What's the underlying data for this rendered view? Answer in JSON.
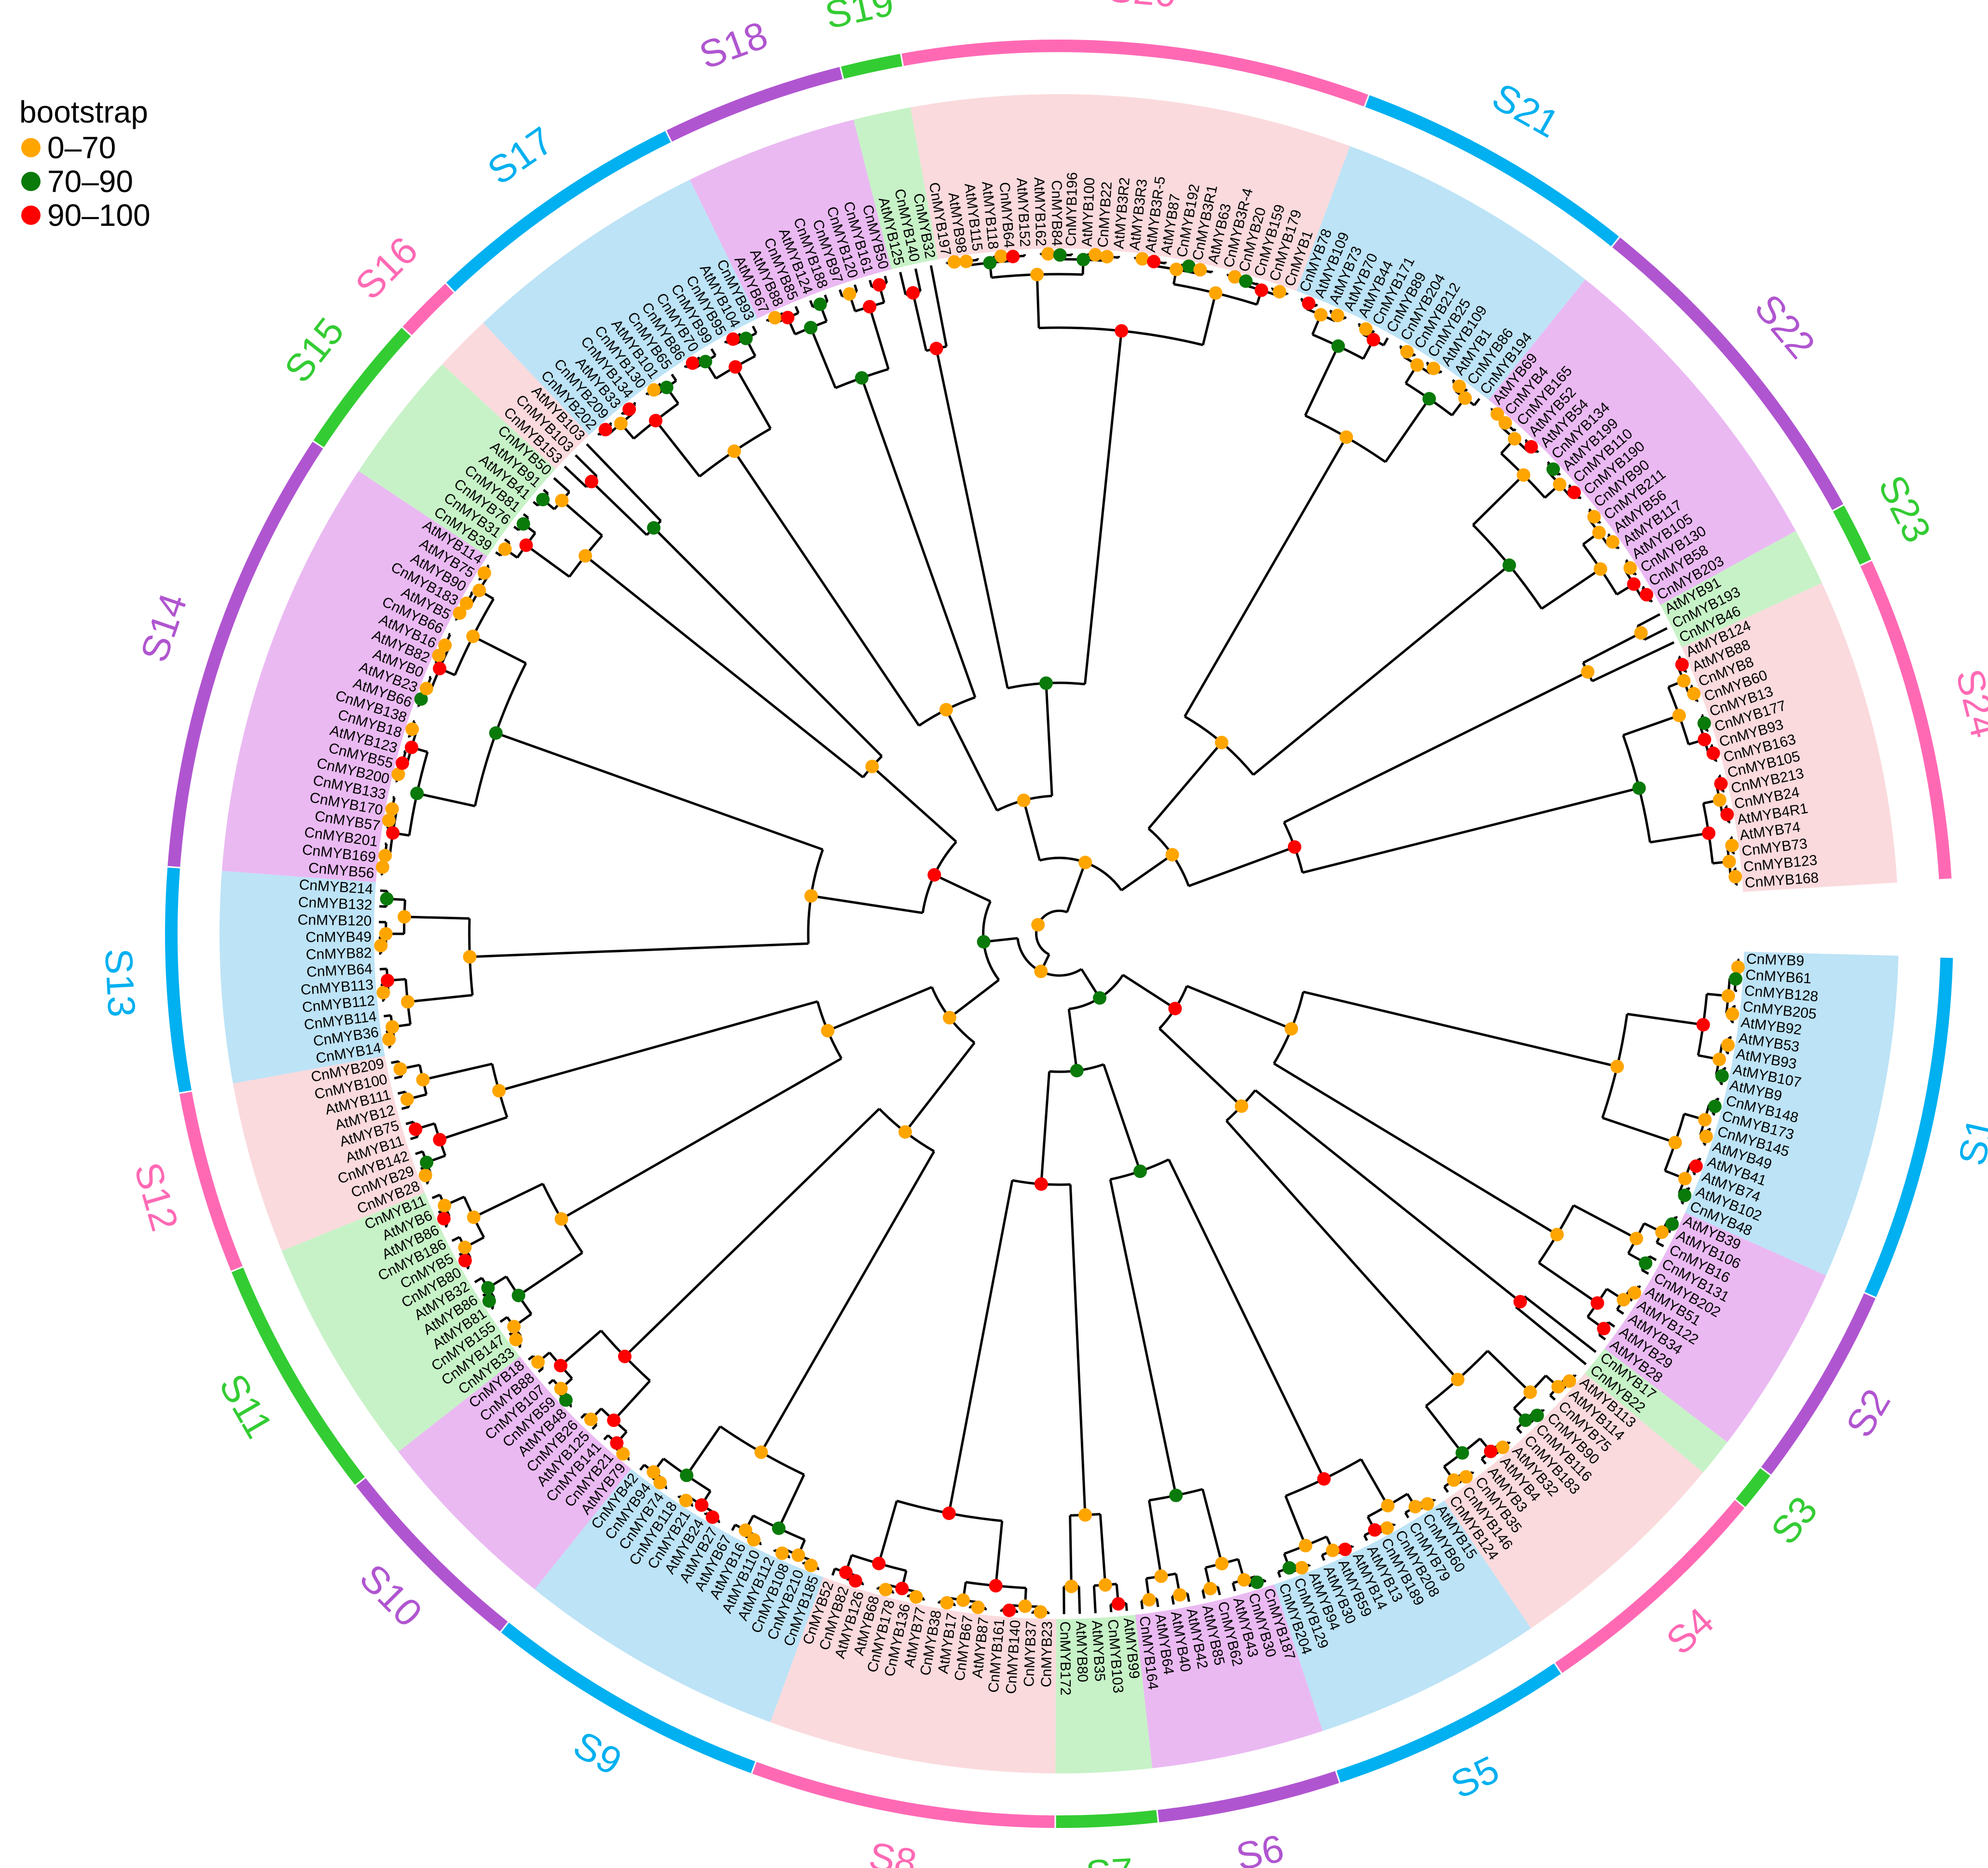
{
  "legend": {
    "title": "bootstrap",
    "items": [
      {
        "label": "0–70",
        "color": "#ffa500"
      },
      {
        "label": "70–90",
        "color": "#0a7a0a"
      },
      {
        "label": "90–100",
        "color": "#ff0000"
      }
    ]
  },
  "palette": {
    "S_blue": "#00b0f0",
    "S_pink": "#ff69b4",
    "S_green": "#33cc33",
    "S_purple": "#b055d0",
    "bg_blue": "#bde3f6",
    "bg_pink": "#fadadd",
    "bg_green": "#c7f2c7",
    "bg_purple": "#eab9f2",
    "branch": "#000000"
  },
  "subfamilies": [
    {
      "label": "S1",
      "color": "blue",
      "genes": [
        "CnMYB9",
        "CnMYB61",
        "CnMYB128",
        "CnMYB205",
        "AtMYB92",
        "AtMYB53",
        "AtMYB93",
        "AtMYB107",
        "AtMYB9",
        "CnMYB148",
        "CnMYB173",
        "CnMYB145",
        "AtMYB49",
        "AtMYB41",
        "AtMYB74",
        "AtMYB102",
        "CnMYB48"
      ]
    },
    {
      "label": "S2",
      "color": "purple",
      "genes": [
        "AtMYB39",
        "AtMYB106",
        "CnMYB16",
        "CnMYB131",
        "CnMYB202",
        "AtMYB51",
        "AtMYB122",
        "AtMYB34",
        "AtMYB29",
        "AtMYB28"
      ]
    },
    {
      "label": "S3",
      "color": "green",
      "genes": [
        "CnMYB17",
        "CnMYB22"
      ]
    },
    {
      "label": "S4",
      "color": "pink",
      "genes": [
        "AtMYB113",
        "AtMYB114",
        "CnMYB75",
        "CnMYB90",
        "CnMYB116",
        "CnMYB183",
        "AtMYB32",
        "AtMYB4",
        "AtMYB3",
        "CnMYB35",
        "CnMYB146",
        "CnMYB124"
      ]
    },
    {
      "label": "S5",
      "color": "blue",
      "genes": [
        "AtMYB15",
        "CnMYB60",
        "CnMYB79",
        "CnMYB208",
        "CnMYB189",
        "AtMYB13",
        "AtMYB14",
        "AtMYB59",
        "AtMYB30",
        "AtMYB94",
        "CnMYB129",
        "CnMYB204"
      ]
    },
    {
      "label": "S6",
      "color": "purple",
      "genes": [
        "CnMYB187",
        "CnMYB30",
        "AtMYB43",
        "CnMYB62",
        "AtMYB85",
        "AtMYB42",
        "AtMYB40",
        "AtMYB64",
        "CnMYB164"
      ]
    },
    {
      "label": "S7",
      "color": "green",
      "genes": [
        "AtMYB99",
        "CnMYB103",
        "AtMYB35",
        "AtMYB80",
        "CnMYB172"
      ]
    },
    {
      "label": "S8",
      "color": "pink",
      "genes": [
        "CnMYB23",
        "CnMYB37",
        "CnMYB140",
        "CnMYB161",
        "AtMYB87",
        "CnMYB67",
        "AtMYB17",
        "CnMYB38",
        "AtMYB77",
        "CnMYB136",
        "CnMYB178",
        "AtMYB68",
        "AtMYB126",
        "CnMYB82",
        "CnMYB52"
      ]
    },
    {
      "label": "S9",
      "color": "blue",
      "genes": [
        "CnMYB185",
        "CnMYB210",
        "CnMYB108",
        "AtMYB112",
        "AtMYB110",
        "AtMYB16",
        "AtMYB67",
        "AtMYB27",
        "AtMYB24",
        "CnMYB21",
        "CnMYB118",
        "CnMYB74",
        "CnMYB94",
        "CnMYB42"
      ]
    },
    {
      "label": "S10",
      "color": "purple",
      "genes": [
        "AtMYB79",
        "CnMYB21b",
        "CnMYB141",
        "AtMYB125",
        "CnMYB26",
        "AtMYB48",
        "CnMYB59",
        "CnMYB107",
        "CnMYB88",
        "CnMYB18"
      ]
    },
    {
      "label": "S11",
      "color": "green",
      "genes": [
        "CnMYB33",
        "CnMYB147",
        "CnMYB155",
        "AtMYB81",
        "AtMYB86",
        "AtMYB32b",
        "CnMYB80",
        "CnMYB5",
        "CnMYB186",
        "AtMYB86b",
        "AtMYB6",
        "CnMYB11"
      ]
    },
    {
      "label": "S12",
      "color": "pink",
      "genes": [
        "CnMYB28",
        "CnMYB29",
        "CnMYB142",
        "AtMYB11",
        "AtMYB75",
        "AtMYB12",
        "AtMYB111",
        "CnMYB100",
        "CnMYB209"
      ]
    },
    {
      "label": "S13",
      "color": "blue",
      "genes": [
        "CnMYB14",
        "CnMYB36",
        "CnMYB114",
        "CnMYB112",
        "CnMYB113",
        "CnMYB64",
        "CnMYB82b",
        "CnMYB49",
        "CnMYB120",
        "CnMYB132",
        "CnMYB214"
      ]
    },
    {
      "label": "S14",
      "color": "purple",
      "genes": [
        "CnMYB56",
        "CnMYB169",
        "CnMYB201",
        "CnMYB57",
        "CnMYB170",
        "CnMYB133",
        "CnMYB200",
        "CnMYB55",
        "AtMYB123",
        "CnMYB18b",
        "CnMYB138",
        "AtMYB66",
        "AtMYB23",
        "AtMYB0",
        "AtMYB82",
        "AtMYB16b",
        "CnMYB66",
        "AtMYB5",
        "CnMYB183b",
        "AtMYB90",
        "AtMYB75b",
        "AtMYB114b"
      ]
    },
    {
      "label": "S15",
      "color": "green",
      "genes": [
        "CnMYB39",
        "CnMYB31",
        "CnMYB76",
        "CnMYB81",
        "AtMYB41b",
        "AtMYB91",
        "CnMYB50"
      ]
    },
    {
      "label": "S16",
      "color": "pink",
      "genes": [
        "CnMYB153",
        "CnMYB103b",
        "AtMYB103"
      ]
    },
    {
      "label": "S17",
      "color": "blue",
      "genes": [
        "CnMYB202b",
        "CnMYB209b",
        "AtMYB33",
        "CnMYB134",
        "CnMYB130",
        "AtMYB101",
        "CnMYB65",
        "CnMYB86",
        "CnMYB70",
        "CnMYB99",
        "CnMYB95",
        "AtMYB104",
        "CnMYB93b"
      ]
    },
    {
      "label": "S18",
      "color": "purple",
      "genes": [
        "AtMYB67b",
        "AtMYB88",
        "CnMYB85",
        "AtMYB124",
        "CnMYB188",
        "CnMYB97",
        "CnMYB120b",
        "CnMYB161b",
        "CnMYB50b"
      ]
    },
    {
      "label": "S19",
      "color": "green",
      "genes": [
        "AtMYB125",
        "CnMYB140b",
        "CnMYB32"
      ]
    },
    {
      "label": "S20",
      "color": "pink",
      "genes": [
        "CnMYB197",
        "AtMYB98",
        "AtMYB115",
        "AtMYB118",
        "CnMYB64b",
        "AtMYB152",
        "AtMYB162",
        "CnMYB84",
        "CnMYB196",
        "AtMYB100",
        "CnMYB22b",
        "AtMYB3R2",
        "AtMYB3R3",
        "AtMYB3R-5",
        "AtMYB87b",
        "CnMYB192",
        "CnMYB3R1",
        "AtMYB63",
        "CnMYB3R-4",
        "CnMYB20",
        "CnMYB159",
        "CnMYB179",
        "CnMYB1"
      ]
    },
    {
      "label": "S21",
      "color": "blue",
      "genes": [
        "CnMYB78",
        "AtMYB109",
        "AtMYB73",
        "AtMYB70",
        "AtMYB44",
        "CnMYB171",
        "CnMYB89",
        "CnMYB204b",
        "CnMYB212",
        "CnMYB25",
        "AtMYB109b",
        "AtMYB1",
        "CnMYB86b",
        "CnMYB194"
      ]
    },
    {
      "label": "S22",
      "color": "purple",
      "genes": [
        "AtMYB69",
        "CnMYB4",
        "CnMYB165",
        "AtMYB52",
        "AtMYB54",
        "CnMYB134b",
        "AtMYB199",
        "CnMYB110",
        "CnMYB190",
        "CnMYB90b",
        "CnMYB211",
        "AtMYB56",
        "AtMYB117",
        "AtMYB105",
        "CnMYB130b",
        "CnMYB58",
        "CnMYB203"
      ]
    },
    {
      "label": "S23",
      "color": "green",
      "genes": [
        "AtMYB91b",
        "CnMYB193",
        "CnMYB46"
      ]
    },
    {
      "label": "S24",
      "color": "pink",
      "genes": [
        "AtMYB124b",
        "AtMYB88b",
        "CnMYB8",
        "CnMYB60b",
        "CnMYB13",
        "CnMYB177",
        "CnMYB93",
        "CnMYB163",
        "CnMYB105",
        "CnMYB213",
        "CnMYB24",
        "AtMYB4R1",
        "AtMYB74b",
        "CnMYB73",
        "CnMYB123",
        "CnMYB168"
      ]
    }
  ]
}
